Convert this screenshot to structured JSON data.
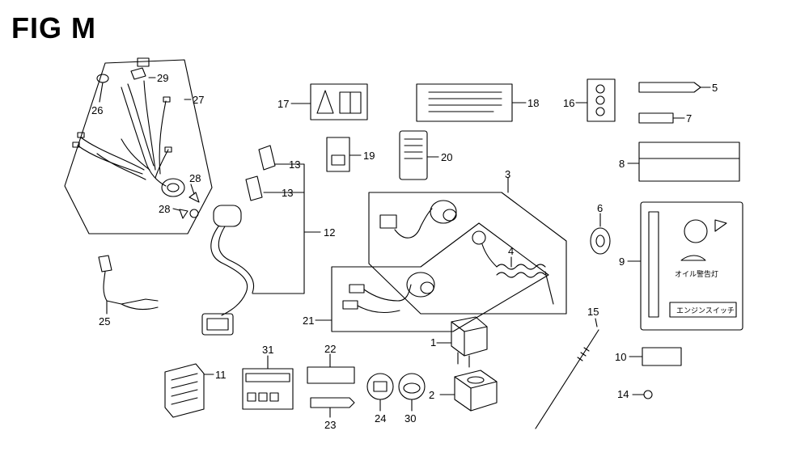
{
  "figure": {
    "title": "FIG M"
  },
  "callouts": {
    "c1": "1",
    "c2": "2",
    "c3": "3",
    "c4": "4",
    "c5": "5",
    "c6": "6",
    "c7": "7",
    "c8": "8",
    "c9": "9",
    "c10": "10",
    "c11": "11",
    "c12": "12",
    "c13a": "13",
    "c13b": "13",
    "c14": "14",
    "c15": "15",
    "c16": "16",
    "c17": "17",
    "c18": "18",
    "c19": "19",
    "c20": "20",
    "c21": "21",
    "c22": "22",
    "c23": "23",
    "c24": "24",
    "c25": "25",
    "c26": "26",
    "c27": "27",
    "c28a": "28",
    "c28b": "28",
    "c29": "29",
    "c30": "30",
    "c31": "31"
  },
  "labels": {
    "decal_9_engine_switch": "エンジンスイッチ",
    "decal_9_oil_alert": "オイル警告灯"
  }
}
